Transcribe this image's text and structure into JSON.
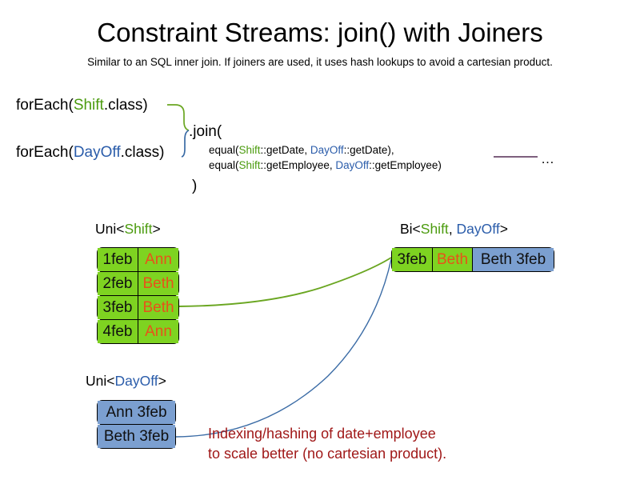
{
  "header": {
    "title": "Constraint Streams: join() with Joiners",
    "subtitle": "Similar to an SQL inner join. If joiners are used, it uses hash lookups to avoid a cartesian product."
  },
  "code": {
    "foreach_shift": {
      "prefix": "forEach(",
      "type": "Shift",
      "suffix": ".class)"
    },
    "foreach_dayoff": {
      "prefix": "forEach(",
      "type": "DayOff",
      "suffix": ".class)"
    },
    "join_open": ".join(",
    "join_close": ")",
    "args": [
      {
        "prefix": "equal(",
        "left_type": "Shift",
        "left_method": "::getDate, ",
        "right_type": "DayOff",
        "right_method": "::getDate),"
      },
      {
        "prefix": "equal(",
        "left_type": "Shift",
        "left_method": "::getEmployee, ",
        "right_type": "DayOff",
        "right_method": "::getEmployee)"
      }
    ],
    "ellipsis": "…"
  },
  "labels": {
    "uni_shift": {
      "prefix": "Uni<",
      "type": "Shift",
      "suffix": ">"
    },
    "uni_dayoff": {
      "prefix": "Uni<",
      "type": "DayOff",
      "suffix": ">"
    },
    "bi": {
      "prefix": "Bi<",
      "type_a": "Shift",
      "sep": ", ",
      "type_b": "DayOff",
      "suffix": ">"
    }
  },
  "shift_facts": [
    {
      "date": "1feb",
      "employee": "Ann"
    },
    {
      "date": "2feb",
      "employee": "Beth"
    },
    {
      "date": "3feb",
      "employee": "Beth"
    },
    {
      "date": "4feb",
      "employee": "Ann"
    }
  ],
  "dayoff_facts": [
    {
      "text": "Ann 3feb"
    },
    {
      "text": "Beth 3feb"
    }
  ],
  "bi_tuple": {
    "shift_date": "3feb",
    "shift_employee": "Beth",
    "dayoff": "Beth 3feb"
  },
  "annotation": {
    "line1": "Indexing/hashing of date+employee",
    "line2": "to scale better (no cartesian product)."
  },
  "colors": {
    "shift_green": "#7ed321",
    "dayoff_blue": "#7b9fd0",
    "shift_keyword": "#4b9b0e",
    "dayoff_keyword": "#2a5caa",
    "employee_text": "#e8521a",
    "annotation_red": "#a01818",
    "connector_green": "#6aa621",
    "connector_blue": "#3a6ba5",
    "rule_purple": "#6b4a6b"
  }
}
